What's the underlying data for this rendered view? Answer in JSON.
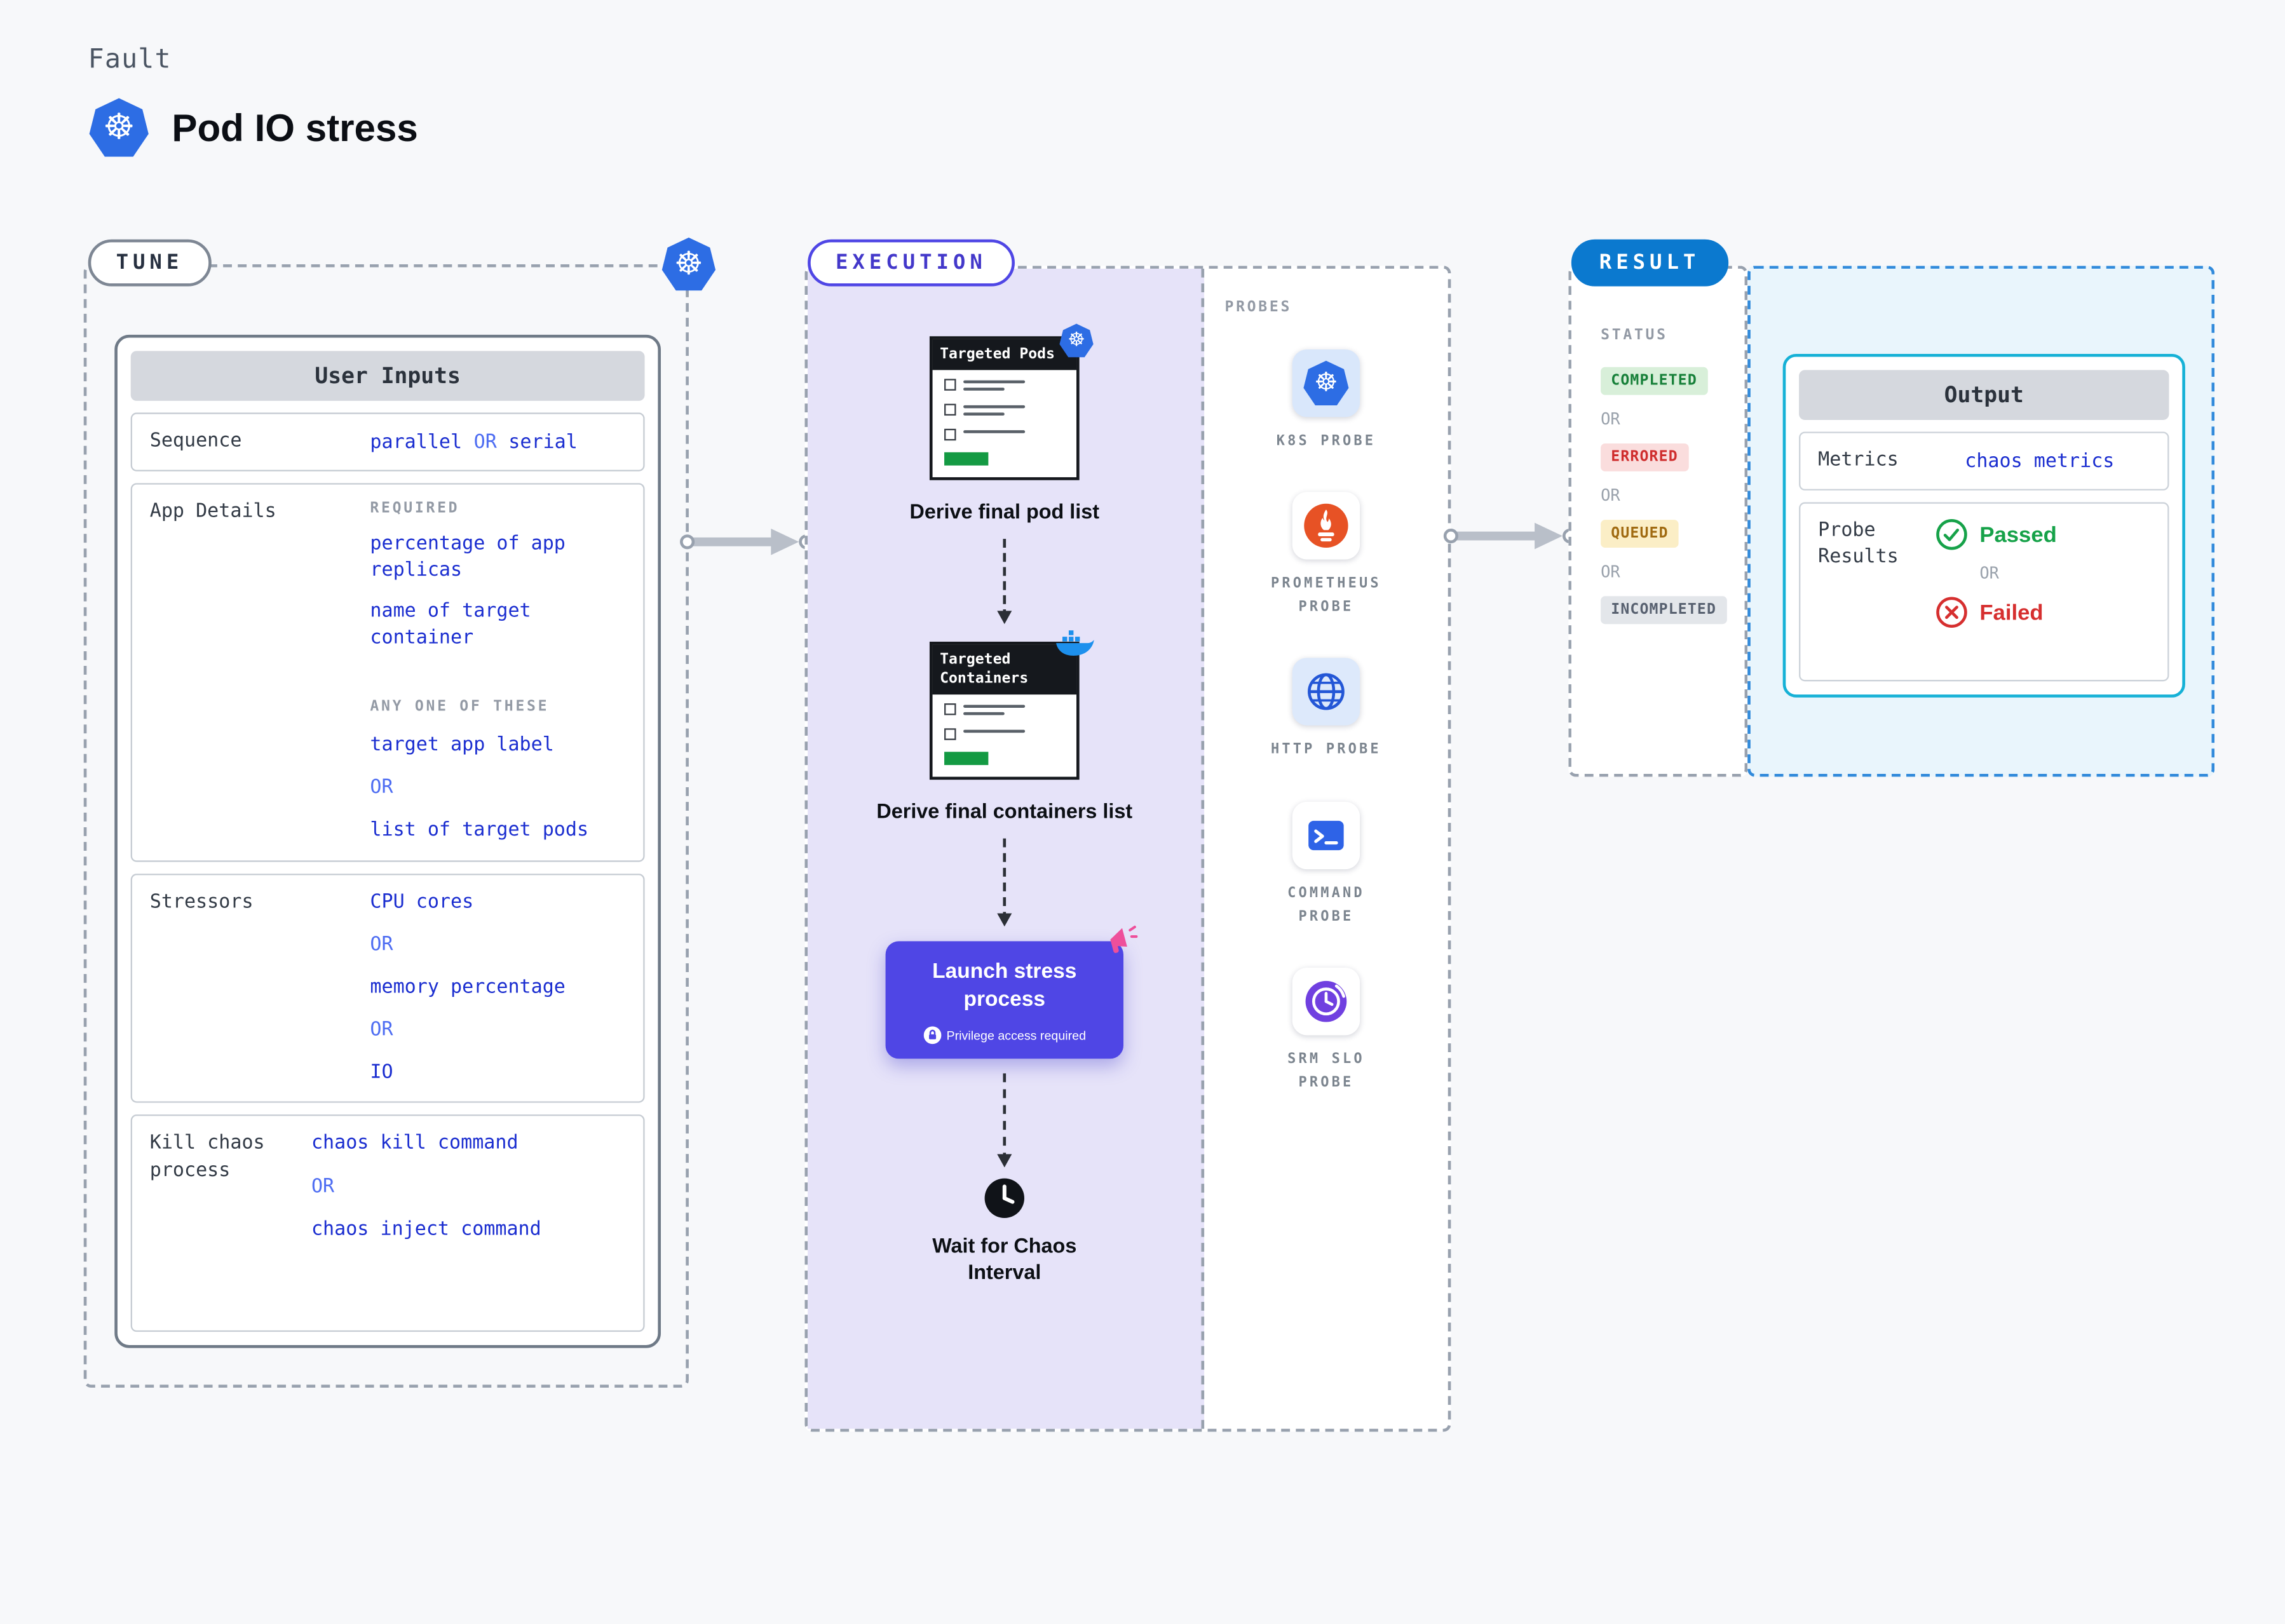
{
  "header": {
    "kicker": "Fault",
    "title": "Pod IO stress"
  },
  "tune": {
    "badge": "TUNE",
    "card_header": "User Inputs",
    "sequence": {
      "label": "Sequence",
      "parts": [
        "parallel",
        "OR",
        "serial"
      ]
    },
    "app_details": {
      "label": "App Details",
      "required_label": "REQUIRED",
      "required_items": [
        "percentage of app replicas",
        "name of target container"
      ],
      "any_one_label": "ANY ONE OF THESE",
      "any_one_items": [
        "target app label",
        "OR",
        "list of target pods"
      ]
    },
    "stressors": {
      "label": "Stressors",
      "items": [
        "CPU cores",
        "OR",
        "memory percentage",
        "OR",
        "IO"
      ]
    },
    "kill_chaos": {
      "label": "Kill chaos process",
      "items": [
        "chaos kill command",
        "OR",
        "chaos inject command"
      ]
    }
  },
  "execution": {
    "badge": "EXECUTION",
    "pods_window_title": "Targeted Pods",
    "derive_pods": "Derive final pod list",
    "containers_window_title": "Targeted Containers",
    "derive_containers": "Derive final containers list",
    "launch_title": "Launch stress process",
    "launch_note": "Privilege access required",
    "wait_caption": "Wait for Chaos Interval",
    "probes_label": "PROBES",
    "probes": [
      "K8S PROBE",
      "PROMETHEUS PROBE",
      "HTTP PROBE",
      "COMMAND PROBE",
      "SRM SLO PROBE"
    ]
  },
  "result": {
    "badge": "RESULT",
    "status_label": "STATUS",
    "statuses": [
      "COMPLETED",
      "OR",
      "ERRORED",
      "OR",
      "QUEUED",
      "OR",
      "INCOMPLETED"
    ],
    "output": {
      "header": "Output",
      "metrics_label": "Metrics",
      "metrics_value": "chaos metrics",
      "probe_results_label": "Probe Results",
      "passed": "Passed",
      "or": "OR",
      "failed": "Failed"
    }
  }
}
